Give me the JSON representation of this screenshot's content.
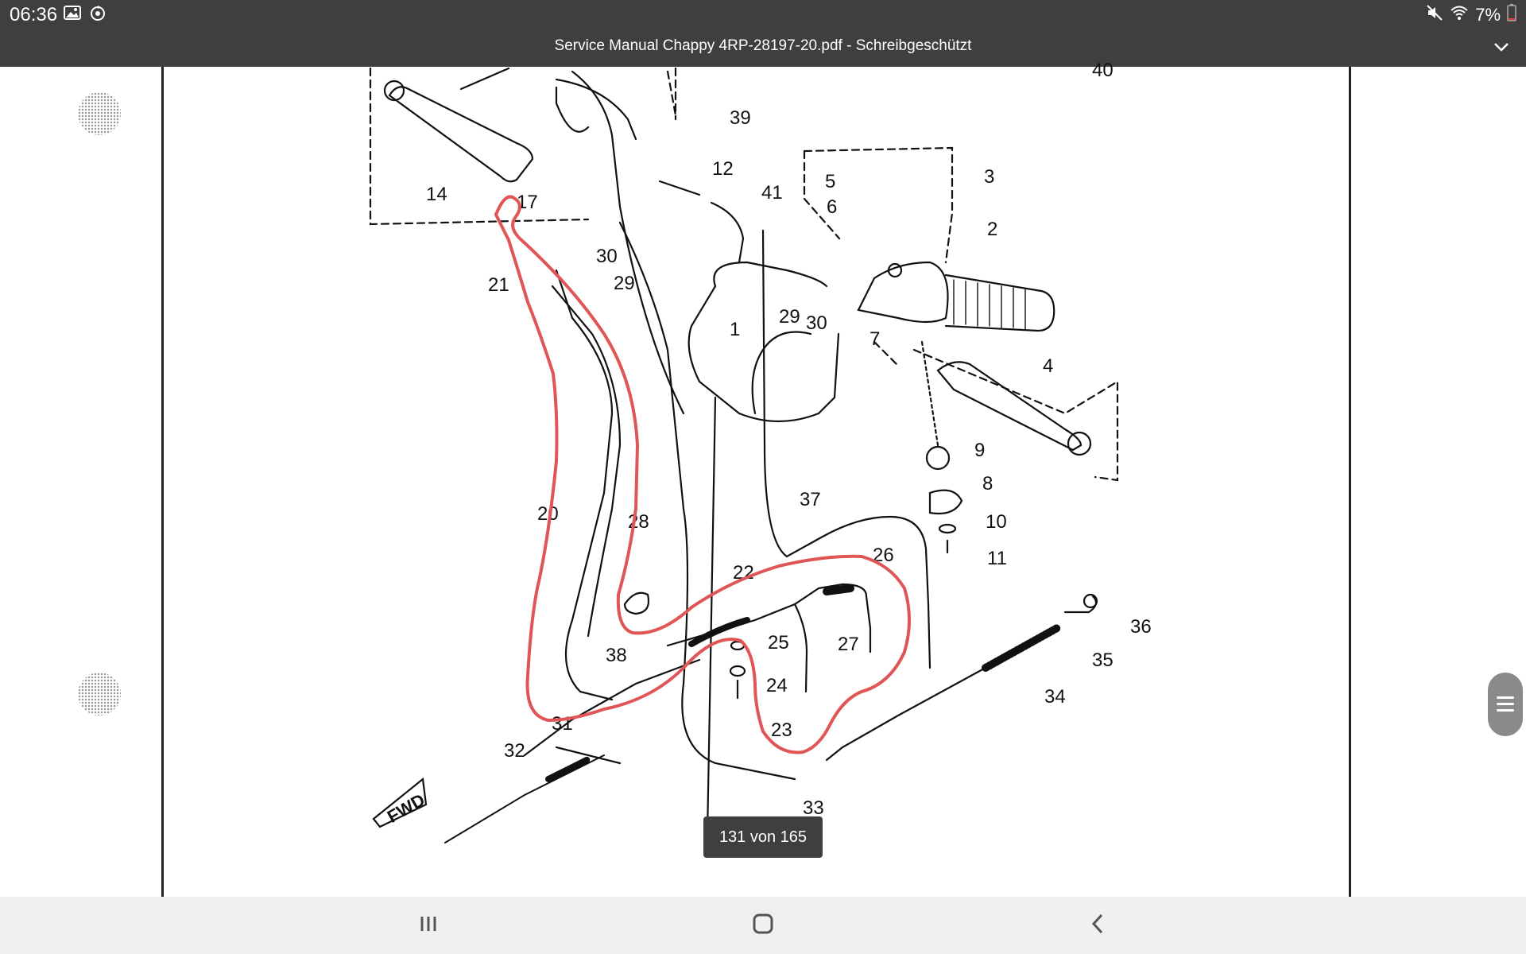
{
  "status_bar": {
    "time": "06:36",
    "battery_percent": "7%",
    "left_icons": [
      "image-icon",
      "sync-icon"
    ],
    "right_icons": [
      "mute-icon",
      "wifi-icon",
      "battery-icon"
    ]
  },
  "title_bar": {
    "document_title": "Service Manual Chappy 4RP-28197-20.pdf - Schreibgeschützt"
  },
  "page_indicator": {
    "text": "131 von 165"
  },
  "diagram": {
    "part_labels": [
      "40",
      "39",
      "12",
      "14",
      "17",
      "30",
      "29",
      "21",
      "41",
      "5",
      "6",
      "3",
      "2",
      "29",
      "30",
      "1",
      "7",
      "4",
      "9",
      "8",
      "20",
      "28",
      "37",
      "10",
      "11",
      "26",
      "22",
      "38",
      "25",
      "27",
      "24",
      "36",
      "35",
      "34",
      "23",
      "31",
      "32",
      "33"
    ],
    "fwd_label": "FWD",
    "annotation_color": "#e05555"
  },
  "nav_bar": {
    "buttons": [
      "recent-apps",
      "home",
      "back"
    ]
  }
}
